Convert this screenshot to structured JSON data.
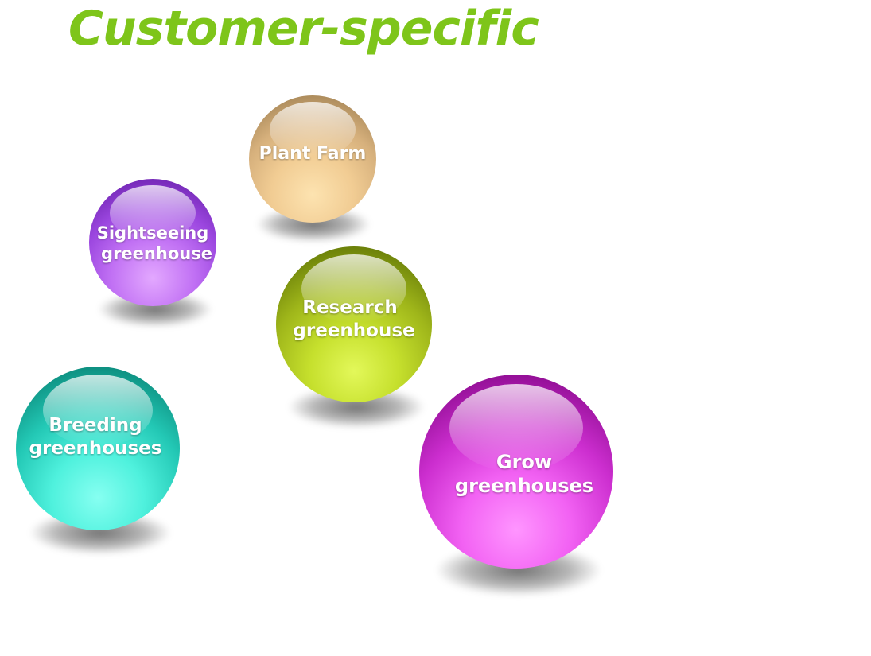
{
  "title": "Customer-specific",
  "colors": {
    "title": "#7ec51a"
  },
  "balls": [
    {
      "id": "plant-farm",
      "lines": [
        "Plant Farm"
      ],
      "color": "#e6c28c"
    },
    {
      "id": "sightseeing",
      "lines": [
        "Sightseeing",
        "greenhouse"
      ],
      "color": "#a04ee3"
    },
    {
      "id": "research",
      "lines": [
        "Research",
        "greenhouse"
      ],
      "color": "#a8c21c"
    },
    {
      "id": "breeding",
      "lines": [
        "Breeding",
        "greenhouses"
      ],
      "color": "#2cc9b8"
    },
    {
      "id": "grow",
      "lines": [
        "Grow",
        "greenhouses"
      ],
      "color": "#d43ad6"
    }
  ]
}
